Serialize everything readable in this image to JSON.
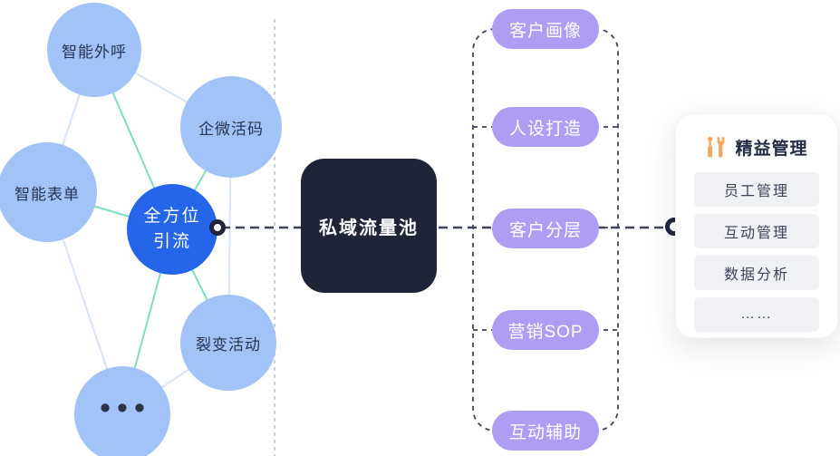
{
  "colors": {
    "satellite_blue": "#a2c3f8",
    "hub_blue": "#2465e9",
    "pool_dark": "#1f2437",
    "pill_purple": "#ae9df3",
    "teal_line": "#7ddcc4",
    "light_line": "#d9e3f7",
    "dash_dark": "#3d4459",
    "divider_gray": "#c3c9d5",
    "card_row_bg": "#eff1f5",
    "icon_orange": "#f6a75f"
  },
  "funnel": {
    "hub": {
      "line1": "全方位",
      "line2": "引流"
    },
    "satellites": [
      {
        "label": "智能外呼"
      },
      {
        "label": "企微活码"
      },
      {
        "label": "智能表单"
      },
      {
        "label": "裂变活动"
      },
      {
        "label": "•••"
      }
    ]
  },
  "pool": {
    "label": "私域流量池"
  },
  "operations": [
    "客户画像",
    "人设打造",
    "客户分层",
    "营销SOP",
    "互动辅助"
  ],
  "management": {
    "title": "精益管理",
    "icon": "tools-icon",
    "items": [
      "员工管理",
      "互动管理",
      "数据分析",
      "……"
    ]
  }
}
